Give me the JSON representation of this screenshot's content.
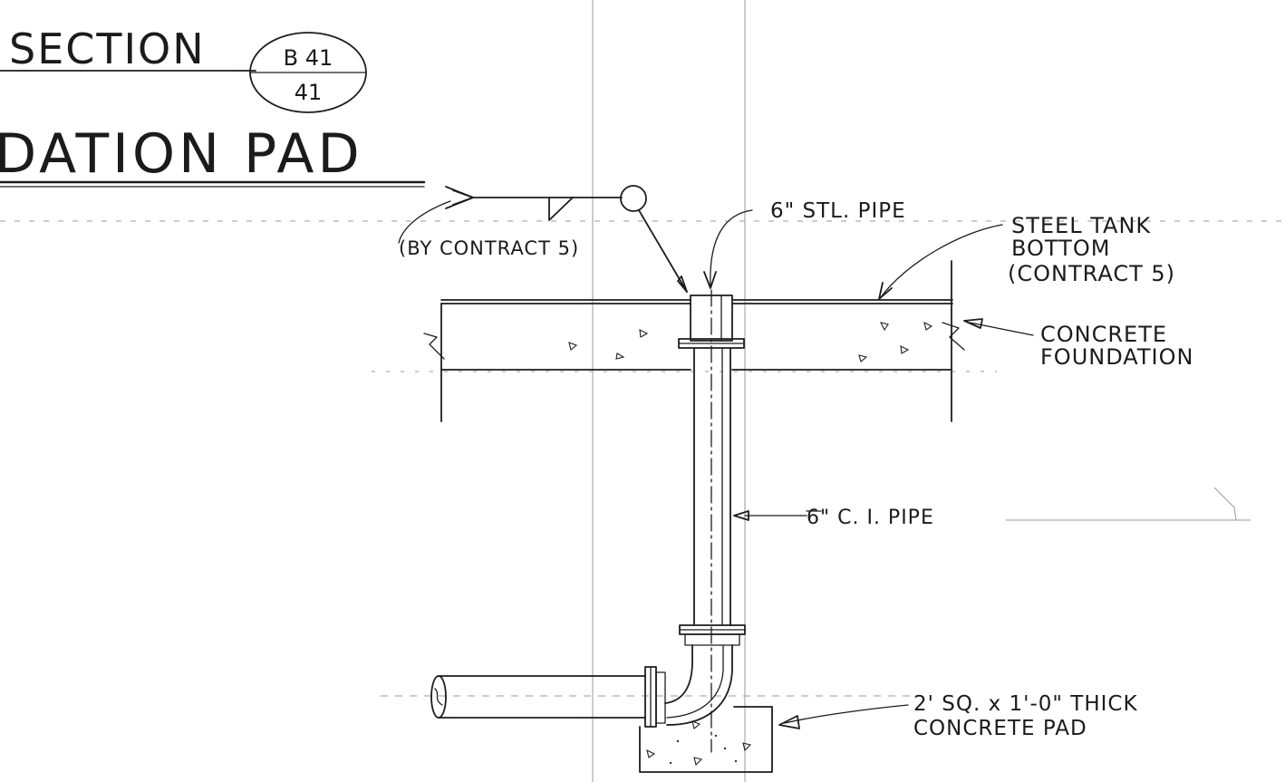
{
  "header": {
    "section_word": "SECTION",
    "section_number": "B 41",
    "sheet_number": "41",
    "title": "DATION  PAD"
  },
  "callouts": {
    "by_contract": "(BY CONTRACT 5)",
    "steel_pipe": "6\" STL. PIPE",
    "tank_bottom_line1": "STEEL  TANK",
    "tank_bottom_line2": "BOTTOM",
    "tank_bottom_line3": "(CONTRACT  5)",
    "foundation_line1": "CONCRETE",
    "foundation_line2": "FOUNDATION",
    "ci_pipe": "6\" C. I. PIPE",
    "pad_line1": "2' SQ. x 1'-0\" THICK",
    "pad_line2": "CONCRETE  PAD"
  }
}
